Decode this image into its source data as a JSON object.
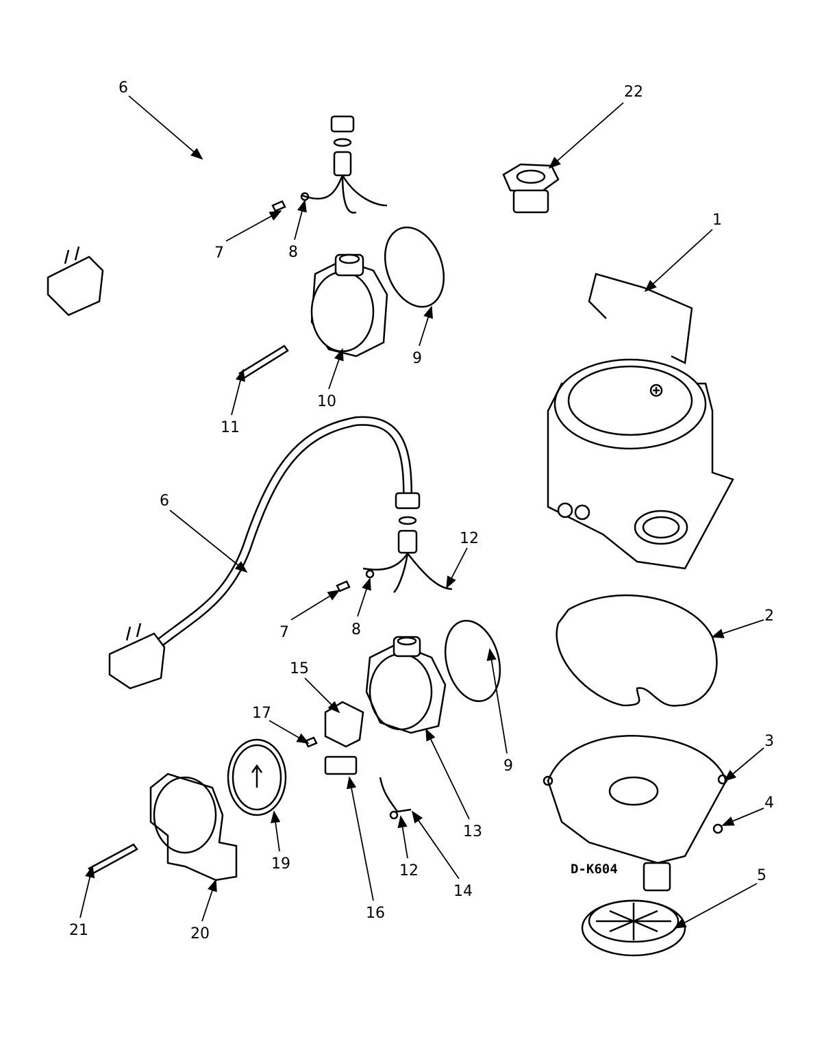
{
  "drawing_code": "D-K604",
  "callouts": {
    "c6a": "6",
    "c22": "22",
    "c7a": "7",
    "c8a": "8",
    "c1": "1",
    "c9a": "9",
    "c10": "10",
    "c11": "11",
    "c6b": "6",
    "c12a": "12",
    "c7b": "7",
    "c8b": "8",
    "c2": "2",
    "c15": "15",
    "c17": "17",
    "c9b": "9",
    "c3": "3",
    "c4": "4",
    "c13": "13",
    "c19": "19",
    "c12b": "12",
    "c14": "14",
    "c16": "16",
    "c5": "5",
    "c21": "21",
    "c20": "20"
  }
}
